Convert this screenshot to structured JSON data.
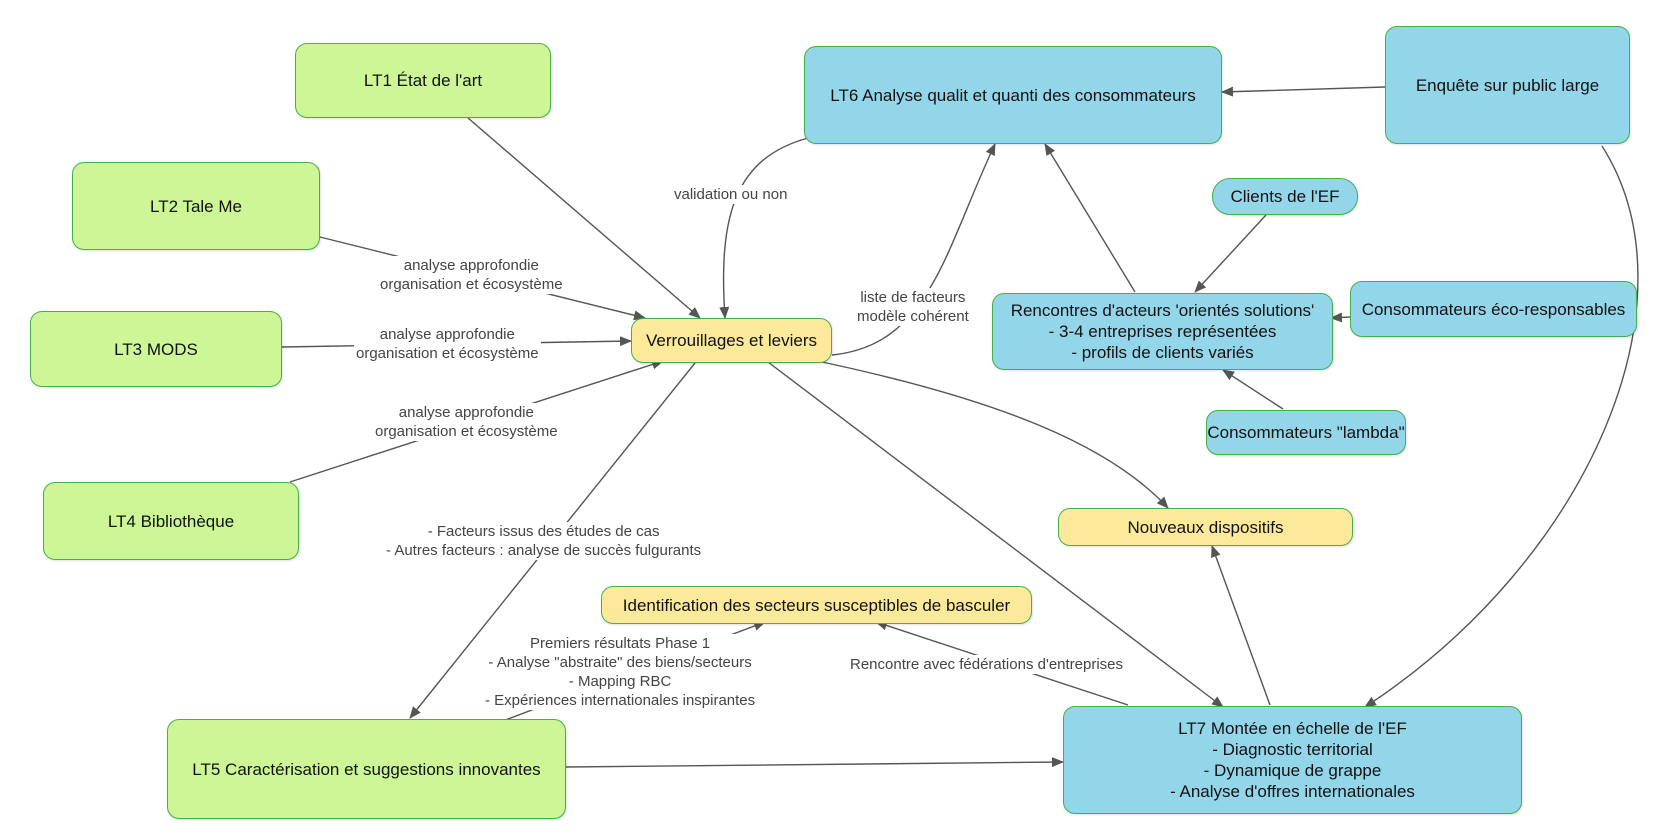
{
  "nodes": {
    "lt1": "LT1 État de l'art",
    "lt2": "LT2 Tale Me",
    "lt3": "LT3 MODS",
    "lt4": "LT4 Bibliothèque",
    "lt5": "LT5 Caractérisation et suggestions innovantes",
    "lt6": "LT6 Analyse qualit et quanti des consommateurs",
    "lt7": "LT7 Montée en échelle de l'EF\n- Diagnostic territorial\n- Dynamique de grappe\n- Analyse d'offres internationales",
    "verrouillages": "Verrouillages et leviers",
    "enquete": "Enquête sur public large",
    "clients": "Clients de l'EF",
    "rencontres": "Rencontres d'acteurs 'orientés solutions'\n- 3-4 entreprises représentées\n- profils de clients variés",
    "eco": "Consommateurs éco-responsables",
    "lambda": "Consommateurs \"lambda\"",
    "nouveaux": "Nouveaux dispositifs",
    "identification": "Identification des secteurs susceptibles de basculer"
  },
  "labels": {
    "validation": "validation ou non",
    "analyse_lt2": "analyse approfondie\norganisation et écosystème",
    "analyse_lt3": "analyse approfondie\norganisation et écosystème",
    "analyse_lt4": "analyse approfondie\norganisation et écosystème",
    "liste": "liste de facteurs\nmodèle cohérent",
    "facteurs": "- Facteurs issus des études de cas\n- Autres facteurs : analyse de succès fulgurants",
    "premiers": "Premiers résultats Phase 1\n- Analyse \"abstraite\" des biens/secteurs\n- Mapping RBC\n- Expériences internationales inspirantes",
    "federations": "Rencontre avec fédérations d'entreprises"
  },
  "colors": {
    "green_fill": "#cdf797",
    "blue_fill": "#93d6ea",
    "yellow_fill": "#fde99a",
    "node_border": "#45b04a",
    "edge": "#555555"
  }
}
